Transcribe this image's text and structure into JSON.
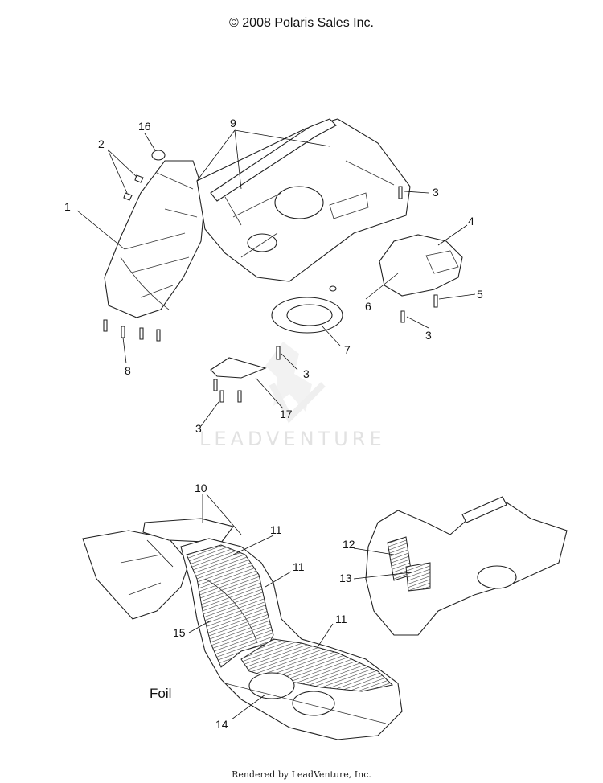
{
  "header": {
    "copyright": "© 2008 Polaris Sales Inc."
  },
  "watermark": {
    "text": "LEADVENTURE"
  },
  "footer": {
    "rendered_by": "Rendered by LeadVenture, Inc."
  },
  "foil_section": {
    "label": "Foil"
  },
  "callouts": {
    "c1": "1",
    "c2": "2",
    "c3a": "3",
    "c3b": "3",
    "c3c": "3",
    "c3d": "3",
    "c4": "4",
    "c5": "5",
    "c6": "6",
    "c7": "7",
    "c8": "8",
    "c9": "9",
    "c10": "10",
    "c11a": "11",
    "c11b": "11",
    "c11c": "11",
    "c12": "12",
    "c13": "13",
    "c14": "14",
    "c15": "15",
    "c16": "16",
    "c17": "17"
  }
}
